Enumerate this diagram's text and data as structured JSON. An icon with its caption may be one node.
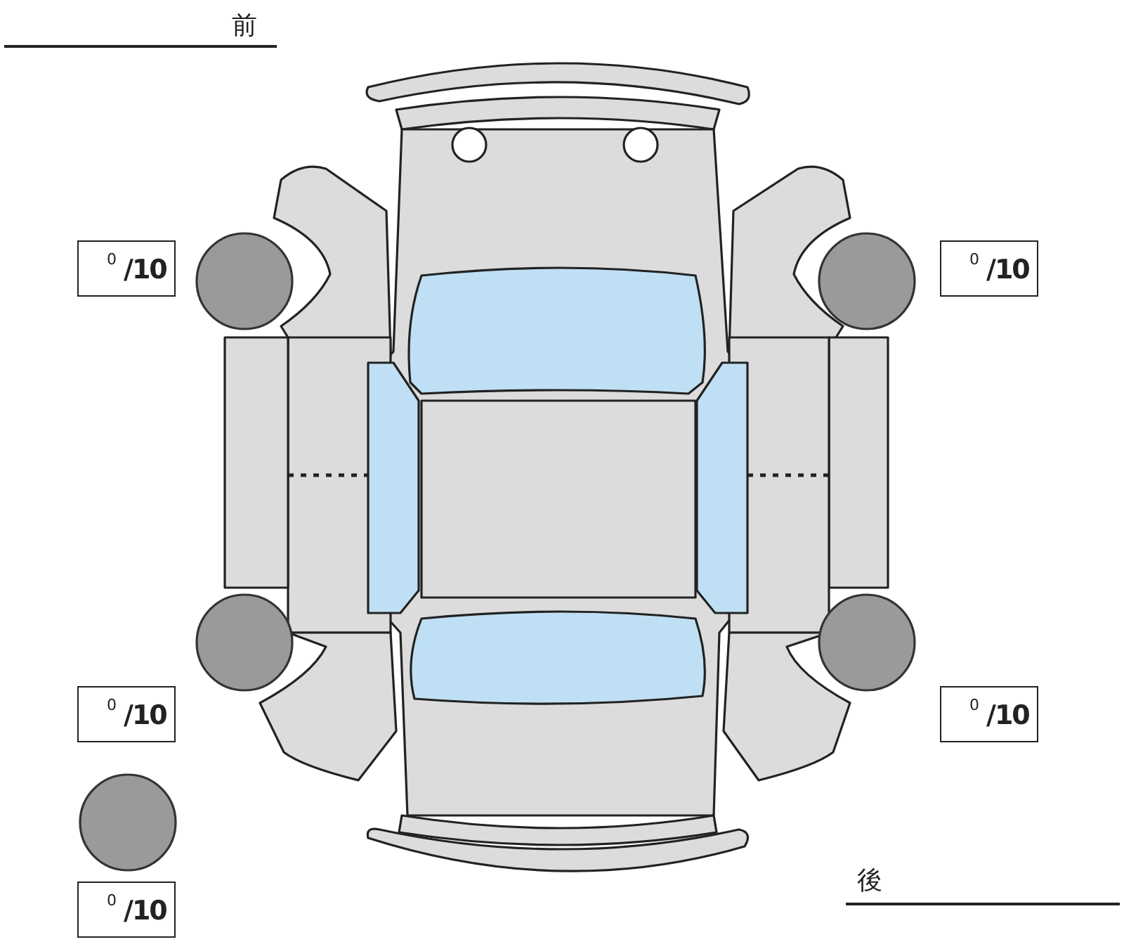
{
  "diagram": {
    "nodes": [
      {
        "text": [
          "0",
          "/10"
        ]
      },
      {
        "text": [
          "0",
          "/10"
        ]
      },
      {
        "text": [
          "0",
          "/10"
        ]
      },
      {
        "text": [
          "0",
          "/10"
        ]
      },
      {
        "text": [
          "0",
          "/10"
        ]
      }
    ],
    "labels": [
      "前",
      "後"
    ]
  }
}
